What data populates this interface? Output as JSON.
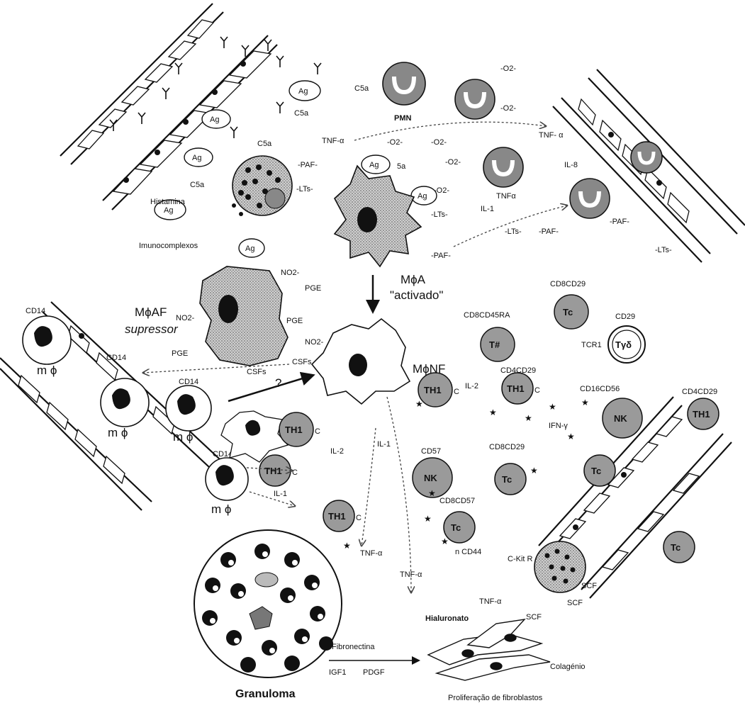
{
  "labels": {
    "imunocomplexos": "Imunocomplexos",
    "histamina": "Histamina",
    "ag": "Ag",
    "c5a": "C5a",
    "c5a_lower": "C5a",
    "c5a_under": "C5a",
    "paf": "-PAF-",
    "paf_b": "PAF",
    "lts": "-LTs-",
    "lts_b": "LTs",
    "tnf_alpha": "TNF-α",
    "tnf_alpha_r": "TNF- α",
    "tnfa": "TNFα",
    "il8": "IL-8",
    "il1": "IL-1",
    "il2": "IL-2",
    "o2": "-O2-",
    "pmn": "PMN",
    "mphi_a": "MϕA",
    "activado": "\"activado\"",
    "mphi_af": "MϕAF",
    "supressor": "supressor",
    "mphi_nf": "MϕNF",
    "no2": "NO2-",
    "pge": "PGE",
    "csfs": "CSFs",
    "question": "?",
    "cd14": "CD14",
    "m_phi": "m ϕ",
    "th1": "TH1",
    "c": "C",
    "cd8cd45ra": "CD8CD45RA",
    "t_hash": "T#",
    "cd8cd29": "CD8CD29",
    "tc": "Tc",
    "cd29": "CD29",
    "tcr1": "TCR1",
    "t_gamma_delta": "Tγδ",
    "cd4cd29": "CD4CD29",
    "cd16cd56": "CD16CD56",
    "nk": "NK",
    "ifn_gamma": "IFN-γ",
    "cd57": "CD57",
    "cd8cd57": "CD8CD57",
    "cd44": "n CD44",
    "ckit": "C-Kit R",
    "scf": "SCF",
    "hialuronato": "Hialuronato",
    "fibronectina": "Fibronectina",
    "igf1": "IGF1",
    "pdgf": "PDGF",
    "colagenio": "Colagénio",
    "granuloma": "Granuloma",
    "proliferacao": "Proliferação de fibroblastos",
    "n": "n"
  }
}
